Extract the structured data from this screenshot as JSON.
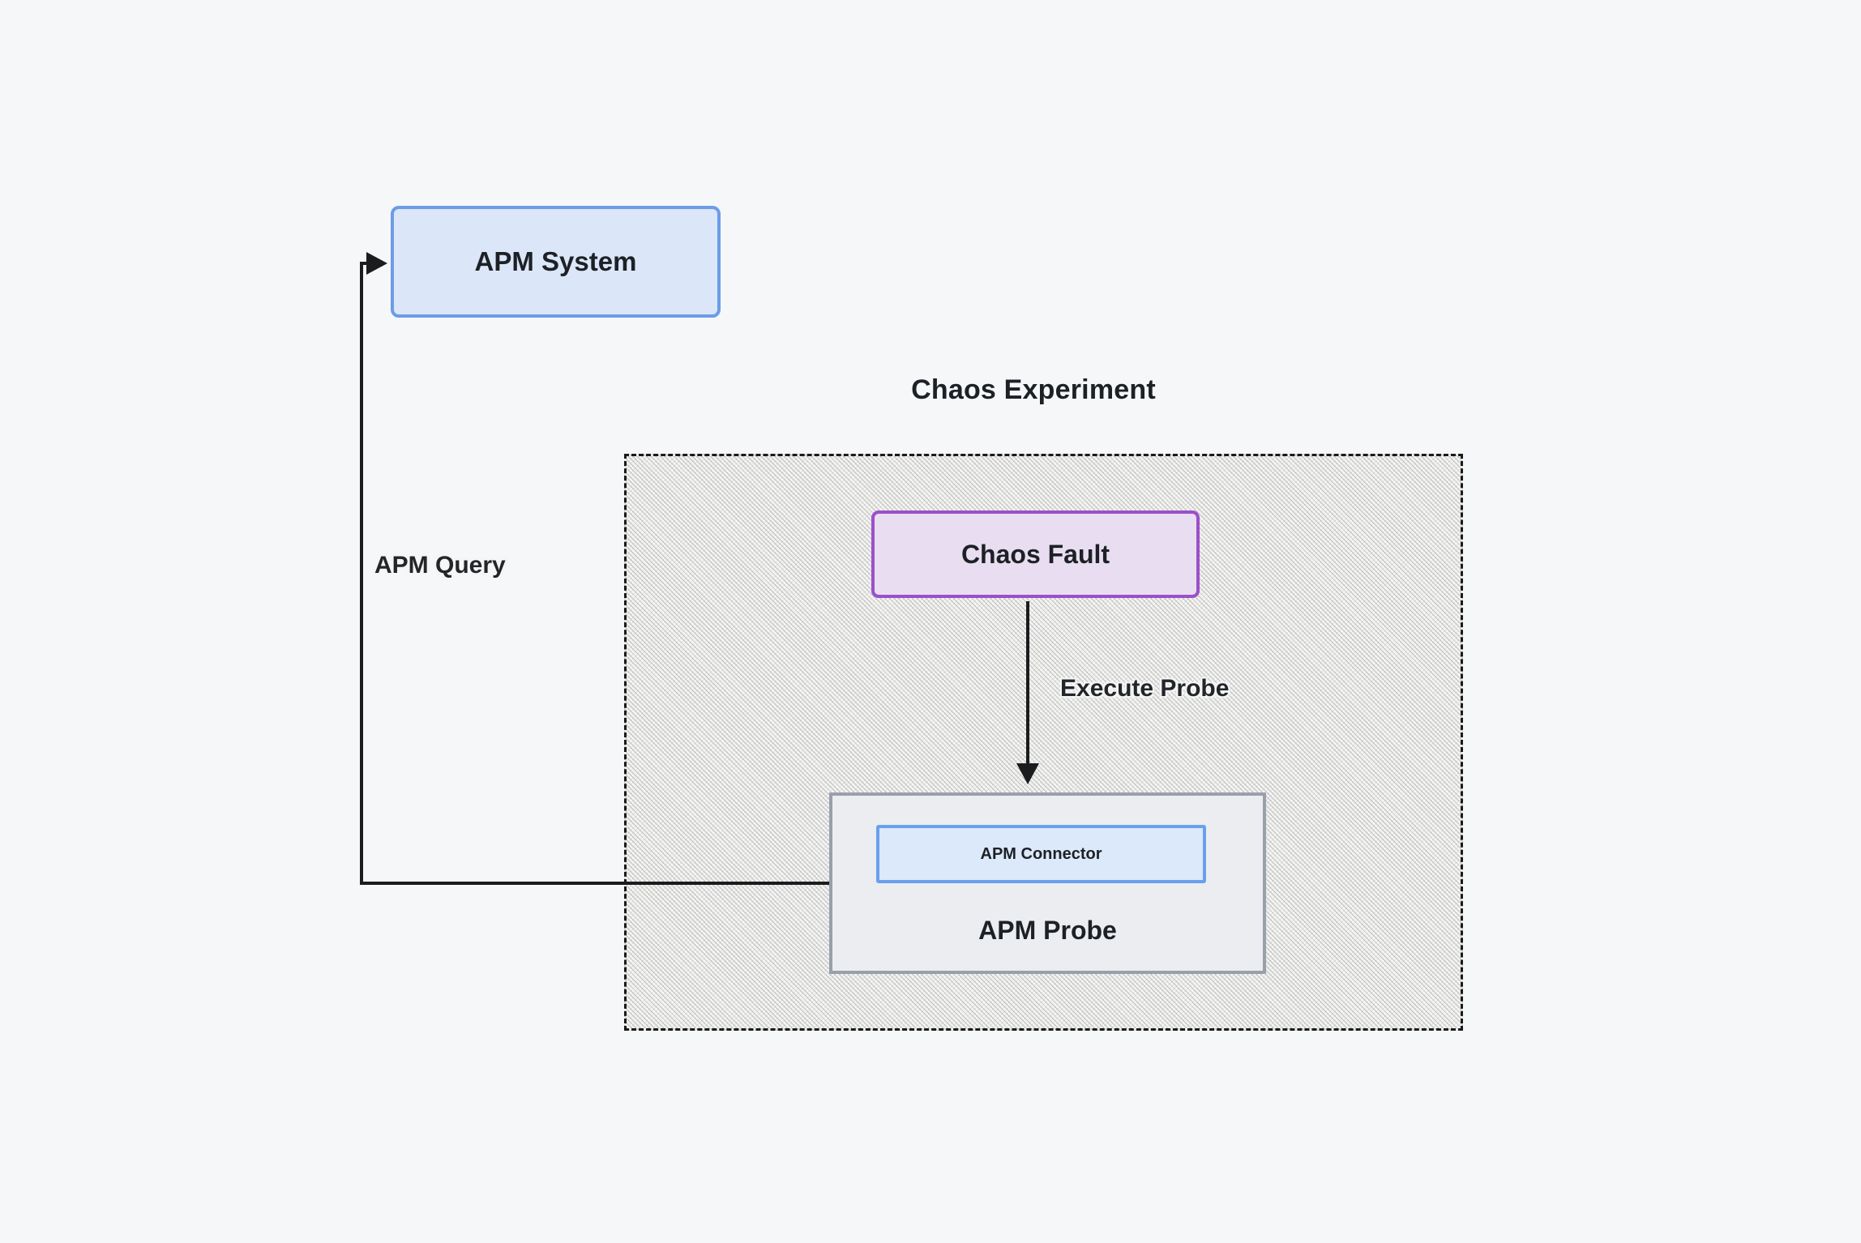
{
  "page": {
    "background": "#f5f7f9"
  },
  "diagram": {
    "type": "flowchart",
    "title": "Chaos Experiment",
    "line_color": "#1a1c1e",
    "nodes": {
      "apm_system": {
        "label": "APM System",
        "fill": "#dbe7f8",
        "border": "#6d9ce8"
      },
      "chaos_fault": {
        "label": "Chaos Fault",
        "fill": "#e9def1",
        "border": "#9b50c8"
      },
      "apm_probe": {
        "label": "APM Probe",
        "fill": "#ebedf0",
        "border": "#99a0aa"
      },
      "apm_connector": {
        "label": "APM Connector",
        "fill": "#dce9fa",
        "border": "#68a0ee"
      }
    },
    "cluster": {
      "label": "Chaos Experiment",
      "style": "dashed",
      "contains": [
        "chaos_fault",
        "apm_probe",
        "apm_connector"
      ]
    },
    "edges": {
      "execute_probe": {
        "label": "Execute Probe",
        "from": "Chaos Fault",
        "to": "APM Probe"
      },
      "apm_query": {
        "label": "APM Query",
        "from": "APM Probe",
        "to": "APM System"
      }
    }
  }
}
